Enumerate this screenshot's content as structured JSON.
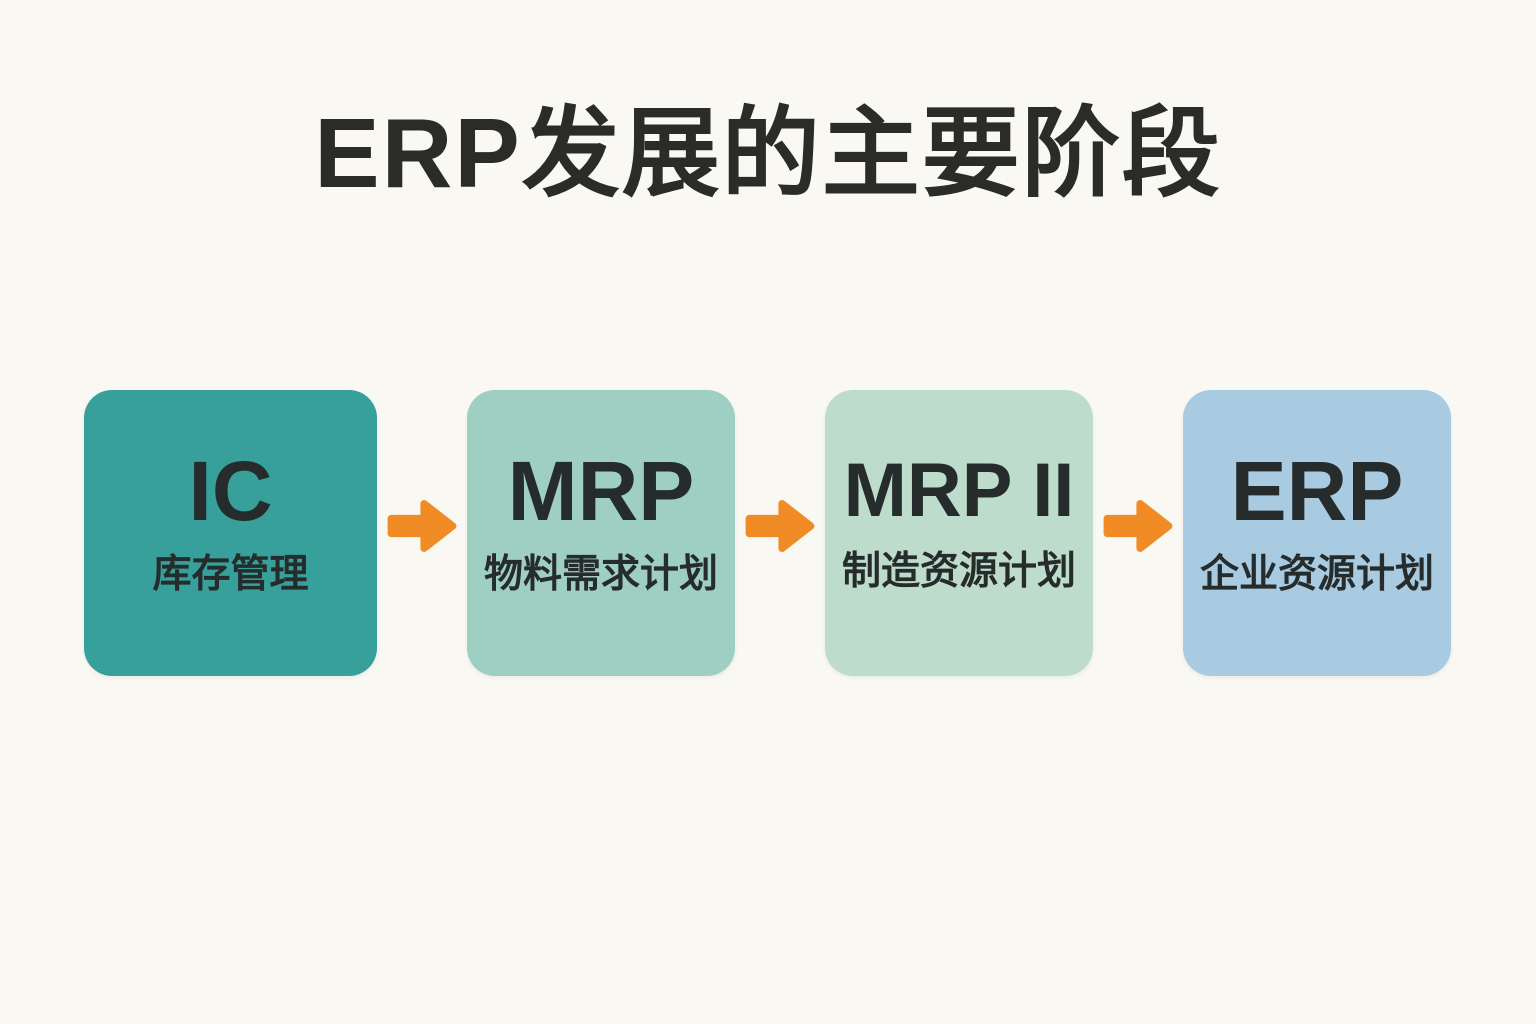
{
  "title": "ERP发展的主要阶段",
  "colors": {
    "background": "#faf8f2",
    "title_text": "#2b2b29",
    "dark_text": "#262b2b",
    "arrow": "#f08b25",
    "stage1_bg": "#37a09a",
    "stage2_bg": "#9ecfc2",
    "stage3_bg": "#bedccc",
    "stage4_bg": "#a9cbe2"
  },
  "stages": [
    {
      "acronym": "IC",
      "label": "库存管理",
      "color": "#37a09a"
    },
    {
      "acronym": "MRP",
      "label": "物料需求计划",
      "color": "#9ecfc2"
    },
    {
      "acronym": "MRP II",
      "label": "制造资源计划",
      "color": "#bedccc"
    },
    {
      "acronym": "ERP",
      "label": "企业资源计划",
      "color": "#a9cbe2"
    }
  ],
  "arrows": [
    {
      "icon": "right-arrow-icon"
    },
    {
      "icon": "right-arrow-icon"
    },
    {
      "icon": "right-arrow-icon"
    }
  ]
}
